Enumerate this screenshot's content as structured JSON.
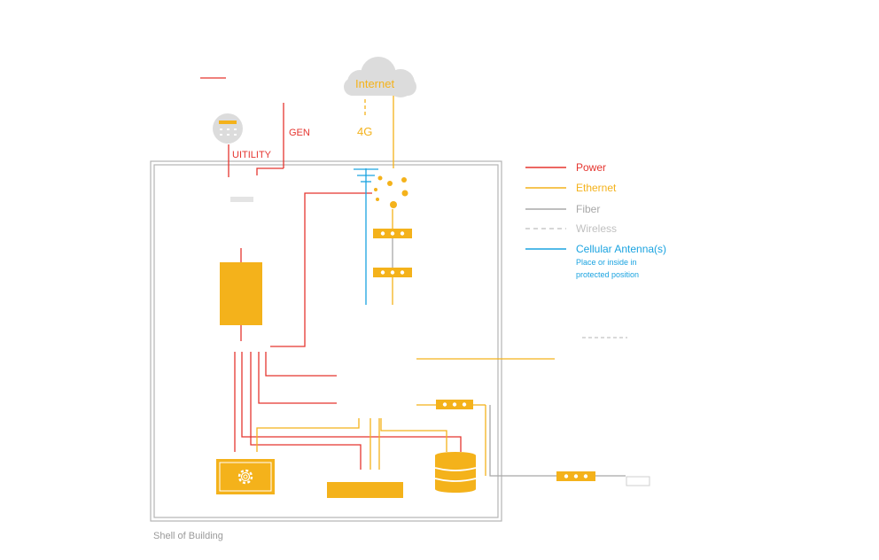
{
  "labels": {
    "internet": "Internet",
    "cellular": "4G",
    "generator": "GEN",
    "utility": "UITILITY",
    "shell": "Shell of Building"
  },
  "legend": {
    "power": "Power",
    "ethernet": "Ethernet",
    "fiber": "Fiber",
    "wireless": "Wireless",
    "cellular": "Cellular Antenna(s)",
    "cellular_note_1": "Place or inside in",
    "cellular_note_2": "protected position"
  },
  "colors": {
    "power": "#e5352f",
    "ethernet": "#f4b21b",
    "fiber": "#a8a8a8",
    "wireless": "#c9c9c9",
    "cellular": "#1aa3e0",
    "cloud": "#dcdcdc",
    "building": "#b5b5b5"
  }
}
